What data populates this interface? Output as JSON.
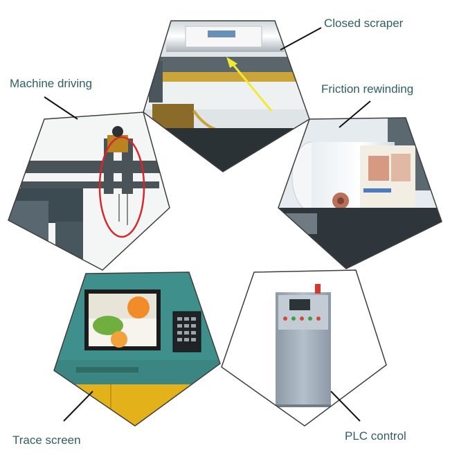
{
  "captions": {
    "closed_scraper": "Closed scraper",
    "friction_rewinding": "Friction rewinding",
    "machine_driving": "Machine driving",
    "trace_screen": "Trace screen",
    "plc_control": "PLC control"
  },
  "colors": {
    "caption_text": "#2f5f63",
    "frame_stroke": "#3d3d3d",
    "leader_line": "#111111",
    "highlight_ellipse": "#d8262a",
    "arrow": "#f2ea2e",
    "cabinet_teal": "#3f8f8c",
    "cabinet_yellow": "#e3b21a",
    "plc_grey": "#9aa8b4",
    "steel_dark": "#3c4a52"
  },
  "icons": {
    "closed_scraper_panel": "printing-roller-photo",
    "friction_rewinding_panel": "film-roll-photo",
    "machine_driving_panel": "machine-frame-photo",
    "trace_screen_panel": "monitor-cabinet-photo",
    "plc_control_panel": "control-cabinet-photo"
  }
}
